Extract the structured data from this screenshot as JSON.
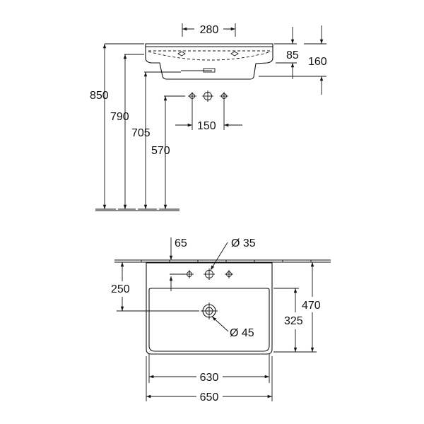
{
  "side_view": {
    "dims": {
      "bowl_width": "280",
      "rim_height": "85",
      "total_height": "160",
      "height_850": "850",
      "height_790": "790",
      "height_705": "705",
      "height_570": "570",
      "tap_spacing": "150"
    }
  },
  "plan_view": {
    "dims": {
      "edge_65": "65",
      "tap_hole": "Ø 35",
      "depth_250": "250",
      "drain_hole": "Ø 45",
      "depth_470": "470",
      "depth_325": "325",
      "inner_width": "630",
      "outer_width": "650"
    }
  }
}
